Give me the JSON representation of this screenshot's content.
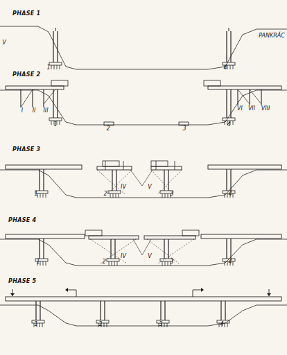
{
  "diagram": {
    "labels": [
      "PHASE 1",
      "V",
      "PANKRÁC",
      "1",
      "4",
      "PHASE 2",
      "I",
      "II",
      "III",
      "1",
      "2",
      "3",
      "4",
      "VI",
      "VII",
      "VIII",
      "PHASE 3",
      "1",
      "2",
      "IV",
      "V",
      "3",
      "4",
      "PHASE 4",
      "1",
      "2",
      "IV",
      "V",
      "3",
      "4",
      "PHASE 5",
      "1",
      "2",
      "3",
      "4"
    ]
  }
}
